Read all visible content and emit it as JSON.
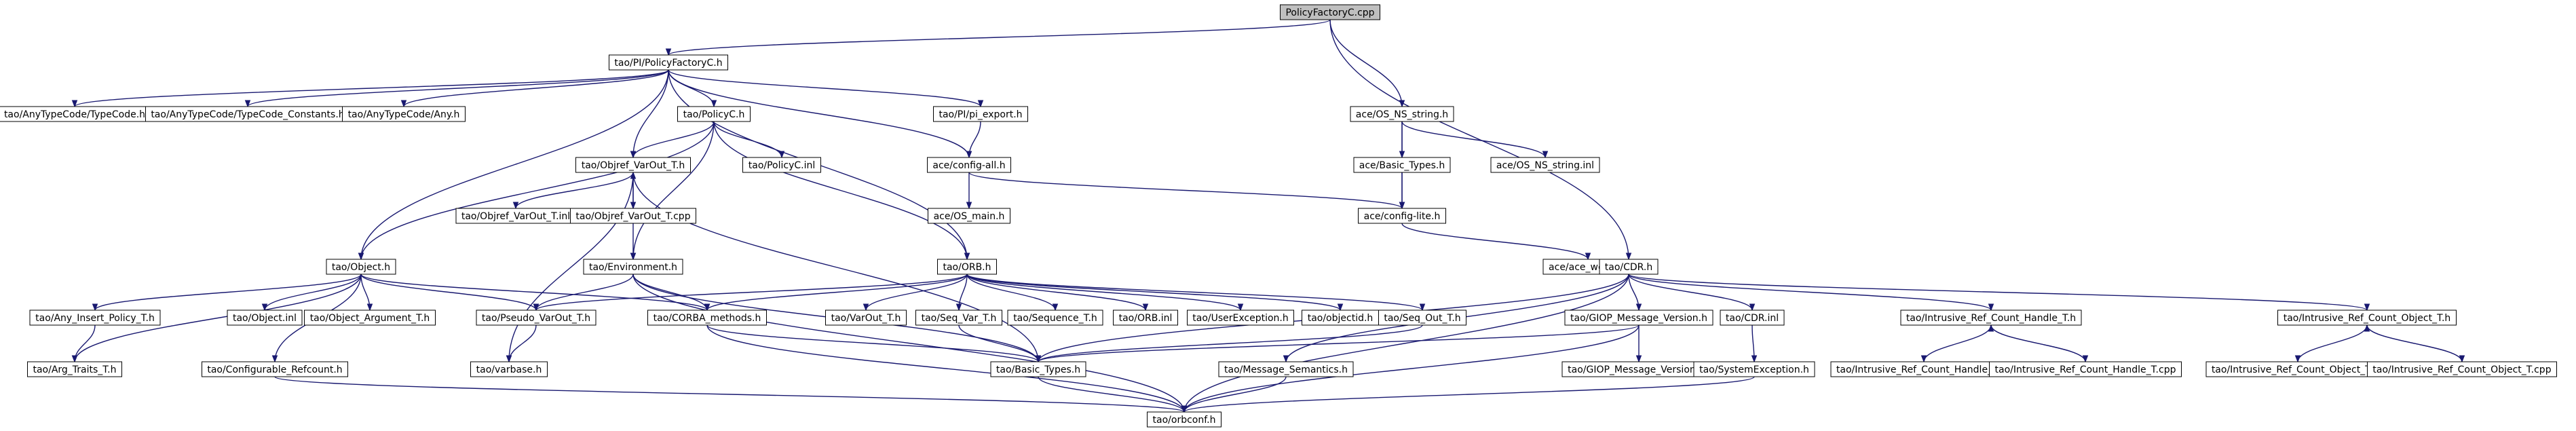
{
  "colors": {
    "edge": "#191970",
    "node_border": "#000000",
    "missing_border": "#ff0000",
    "doc_border": "#bfbfbf",
    "root_fill": "#bfbfbf",
    "node_fill": "#ffffff",
    "text": "#000000"
  },
  "nodes": [
    {
      "id": "policyfactoryc_cpp",
      "label": "PolicyFactoryC.cpp",
      "style": "root"
    },
    {
      "id": "pi_policyfactoryc_h",
      "label": "tao/PI/PolicyFactoryC.h",
      "style": "normal"
    },
    {
      "id": "ace_os_ns_string_h",
      "label": "ace/OS_NS_string.h",
      "style": "normal"
    },
    {
      "id": "typecode_h",
      "label": "tao/AnyTypeCode/TypeCode.h",
      "style": "doc"
    },
    {
      "id": "typecode_constants_h",
      "label": "tao/AnyTypeCode/TypeCode_Constants.h",
      "style": "doc"
    },
    {
      "id": "any_h",
      "label": "tao/AnyTypeCode/Any.h",
      "style": "doc"
    },
    {
      "id": "policyc_h",
      "label": "tao/PolicyC.h",
      "style": "normal"
    },
    {
      "id": "pi_export_h",
      "label": "tao/PI/pi_export.h",
      "style": "normal"
    },
    {
      "id": "ace_basic_types_h",
      "label": "ace/Basic_Types.h",
      "style": "missing"
    },
    {
      "id": "ace_os_ns_string_inl",
      "label": "ace/OS_NS_string.inl",
      "style": "missing"
    },
    {
      "id": "objref_varout_t_h",
      "label": "tao/Objref_VarOut_T.h",
      "style": "normal"
    },
    {
      "id": "policyc_inl",
      "label": "tao/PolicyC.inl",
      "style": "normal"
    },
    {
      "id": "ace_config_all_h",
      "label": "ace/config-all.h",
      "style": "normal"
    },
    {
      "id": "ace_config_lite_h",
      "label": "ace/config-lite.h",
      "style": "normal"
    },
    {
      "id": "objref_varout_t_inl",
      "label": "tao/Objref_VarOut_T.inl",
      "style": "normal"
    },
    {
      "id": "objref_varout_t_cpp",
      "label": "tao/Objref_VarOut_T.cpp",
      "style": "normal"
    },
    {
      "id": "ace_os_main_h",
      "label": "ace/OS_main.h",
      "style": "normal"
    },
    {
      "id": "object_h",
      "label": "tao/Object.h",
      "style": "normal"
    },
    {
      "id": "environment_h",
      "label": "tao/Environment.h",
      "style": "missing"
    },
    {
      "id": "orb_h",
      "label": "tao/ORB.h",
      "style": "normal"
    },
    {
      "id": "ace_wchar_h",
      "label": "ace/ace_wchar.h",
      "style": "missing"
    },
    {
      "id": "cdr_h",
      "label": "tao/CDR.h",
      "style": "normal"
    },
    {
      "id": "any_insert_policy_t_h",
      "label": "tao/Any_Insert_Policy_T.h",
      "style": "missing"
    },
    {
      "id": "object_inl",
      "label": "tao/Object.inl",
      "style": "normal"
    },
    {
      "id": "object_argument_t_h",
      "label": "tao/Object_Argument_T.h",
      "style": "missing"
    },
    {
      "id": "pseudo_varout_t_h",
      "label": "tao/Pseudo_VarOut_T.h",
      "style": "missing"
    },
    {
      "id": "corba_methods_h",
      "label": "tao/CORBA_methods.h",
      "style": "normal"
    },
    {
      "id": "varout_t_h",
      "label": "tao/VarOut_T.h",
      "style": "missing"
    },
    {
      "id": "seq_var_t_h",
      "label": "tao/Seq_Var_T.h",
      "style": "missing"
    },
    {
      "id": "sequence_t_h",
      "label": "tao/Sequence_T.h",
      "style": "missing"
    },
    {
      "id": "orb_inl",
      "label": "tao/ORB.inl",
      "style": "normal"
    },
    {
      "id": "userexception_h",
      "label": "tao/UserException.h",
      "style": "missing"
    },
    {
      "id": "objectid_h",
      "label": "tao/objectid.h",
      "style": "normal"
    },
    {
      "id": "seq_out_t_h",
      "label": "tao/Seq_Out_T.h",
      "style": "missing"
    },
    {
      "id": "giop_message_version_h",
      "label": "tao/GIOP_Message_Version.h",
      "style": "normal"
    },
    {
      "id": "cdr_inl",
      "label": "tao/CDR.inl",
      "style": "normal"
    },
    {
      "id": "intrusive_handle_t_h",
      "label": "tao/Intrusive_Ref_Count_Handle_T.h",
      "style": "normal"
    },
    {
      "id": "intrusive_object_t_h",
      "label": "tao/Intrusive_Ref_Count_Object_T.h",
      "style": "normal"
    },
    {
      "id": "arg_traits_t_h",
      "label": "tao/Arg_Traits_T.h",
      "style": "normal"
    },
    {
      "id": "configurable_refcount_h",
      "label": "tao/Configurable_Refcount.h",
      "style": "missing"
    },
    {
      "id": "varbase_h",
      "label": "tao/varbase.h",
      "style": "normal"
    },
    {
      "id": "tao_basic_types_h",
      "label": "tao/Basic_Types.h",
      "style": "normal"
    },
    {
      "id": "message_semantics_h",
      "label": "tao/Message_Semantics.h",
      "style": "normal"
    },
    {
      "id": "giop_message_version_inl",
      "label": "tao/GIOP_Message_Version.inl",
      "style": "normal"
    },
    {
      "id": "systemexception_h",
      "label": "tao/SystemException.h",
      "style": "missing"
    },
    {
      "id": "intrusive_handle_t_inl",
      "label": "tao/Intrusive_Ref_Count_Handle_T.inl",
      "style": "normal"
    },
    {
      "id": "intrusive_handle_t_cpp",
      "label": "tao/Intrusive_Ref_Count_Handle_T.cpp",
      "style": "normal"
    },
    {
      "id": "intrusive_object_t_inl",
      "label": "tao/Intrusive_Ref_Count_Object_T.inl",
      "style": "normal"
    },
    {
      "id": "intrusive_object_t_cpp",
      "label": "tao/Intrusive_Ref_Count_Object_T.cpp",
      "style": "normal"
    },
    {
      "id": "orbconf_h",
      "label": "tao/orbconf.h",
      "style": "normal"
    }
  ],
  "edges": [
    [
      "policyfactoryc_cpp",
      "pi_policyfactoryc_h"
    ],
    [
      "policyfactoryc_cpp",
      "ace_os_ns_string_h"
    ],
    [
      "policyfactoryc_cpp",
      "cdr_h"
    ],
    [
      "pi_policyfactoryc_h",
      "typecode_h"
    ],
    [
      "pi_policyfactoryc_h",
      "typecode_constants_h"
    ],
    [
      "pi_policyfactoryc_h",
      "any_h"
    ],
    [
      "pi_policyfactoryc_h",
      "policyc_h"
    ],
    [
      "pi_policyfactoryc_h",
      "pi_export_h"
    ],
    [
      "pi_policyfactoryc_h",
      "objref_varout_t_h"
    ],
    [
      "pi_policyfactoryc_h",
      "ace_config_all_h"
    ],
    [
      "pi_policyfactoryc_h",
      "object_h"
    ],
    [
      "pi_policyfactoryc_h",
      "orb_h"
    ],
    [
      "ace_os_ns_string_h",
      "ace_basic_types_h"
    ],
    [
      "ace_os_ns_string_h",
      "ace_os_ns_string_inl"
    ],
    [
      "ace_os_ns_string_h",
      "ace_config_lite_h"
    ],
    [
      "ace_basic_types_h",
      "ace_config_lite_h"
    ],
    [
      "policyc_h",
      "objref_varout_t_h"
    ],
    [
      "policyc_h",
      "policyc_inl"
    ],
    [
      "policyc_h",
      "object_h"
    ],
    [
      "policyc_h",
      "environment_h"
    ],
    [
      "policyc_h",
      "orb_h"
    ],
    [
      "pi_export_h",
      "ace_config_all_h"
    ],
    [
      "ace_config_all_h",
      "ace_config_lite_h"
    ],
    [
      "ace_config_all_h",
      "ace_os_main_h"
    ],
    [
      "ace_config_lite_h",
      "ace_wchar_h"
    ],
    [
      "objref_varout_t_h",
      "objref_varout_t_inl"
    ],
    [
      "objref_varout_t_h",
      "objref_varout_t_cpp"
    ],
    [
      "objref_varout_t_h",
      "varbase_h"
    ],
    [
      "objref_varout_t_h",
      "tao_basic_types_h"
    ],
    [
      "objref_varout_t_cpp",
      "objref_varout_t_h"
    ],
    [
      "objref_varout_t_cpp",
      "environment_h"
    ],
    [
      "object_h",
      "any_insert_policy_t_h"
    ],
    [
      "object_h",
      "object_inl"
    ],
    [
      "object_h",
      "object_argument_t_h"
    ],
    [
      "object_h",
      "pseudo_varout_t_h"
    ],
    [
      "object_h",
      "corba_methods_h"
    ],
    [
      "object_h",
      "arg_traits_t_h"
    ],
    [
      "object_h",
      "configurable_refcount_h"
    ],
    [
      "any_insert_policy_t_h",
      "arg_traits_t_h"
    ],
    [
      "environment_h",
      "pseudo_varout_t_h"
    ],
    [
      "environment_h",
      "corba_methods_h"
    ],
    [
      "environment_h",
      "tao_basic_types_h"
    ],
    [
      "environment_h",
      "orbconf_h"
    ],
    [
      "pseudo_varout_t_h",
      "varbase_h"
    ],
    [
      "corba_methods_h",
      "tao_basic_types_h"
    ],
    [
      "corba_methods_h",
      "orbconf_h"
    ],
    [
      "orb_h",
      "pseudo_varout_t_h"
    ],
    [
      "orb_h",
      "corba_methods_h"
    ],
    [
      "orb_h",
      "varout_t_h"
    ],
    [
      "orb_h",
      "seq_var_t_h"
    ],
    [
      "orb_h",
      "sequence_t_h"
    ],
    [
      "orb_h",
      "orb_inl"
    ],
    [
      "orb_h",
      "userexception_h"
    ],
    [
      "orb_h",
      "objectid_h"
    ],
    [
      "orb_h",
      "seq_out_t_h"
    ],
    [
      "seq_var_t_h",
      "tao_basic_types_h"
    ],
    [
      "seq_out_t_h",
      "tao_basic_types_h"
    ],
    [
      "cdr_h",
      "giop_message_version_h"
    ],
    [
      "cdr_h",
      "cdr_inl"
    ],
    [
      "cdr_h",
      "intrusive_handle_t_h"
    ],
    [
      "cdr_h",
      "intrusive_object_t_h"
    ],
    [
      "cdr_h",
      "message_semantics_h"
    ],
    [
      "cdr_h",
      "tao_basic_types_h"
    ],
    [
      "cdr_h",
      "orbconf_h"
    ],
    [
      "giop_message_version_h",
      "tao_basic_types_h"
    ],
    [
      "giop_message_version_h",
      "giop_message_version_inl"
    ],
    [
      "giop_message_version_h",
      "orbconf_h"
    ],
    [
      "cdr_inl",
      "systemexception_h"
    ],
    [
      "systemexception_h",
      "orbconf_h"
    ],
    [
      "intrusive_handle_t_h",
      "intrusive_handle_t_inl"
    ],
    [
      "intrusive_handle_t_h",
      "intrusive_handle_t_cpp"
    ],
    [
      "intrusive_handle_t_cpp",
      "intrusive_handle_t_h"
    ],
    [
      "intrusive_object_t_h",
      "intrusive_object_t_inl"
    ],
    [
      "intrusive_object_t_h",
      "intrusive_object_t_cpp"
    ],
    [
      "intrusive_object_t_cpp",
      "intrusive_object_t_h"
    ],
    [
      "tao_basic_types_h",
      "orbconf_h"
    ],
    [
      "message_semantics_h",
      "orbconf_h"
    ],
    [
      "configurable_refcount_h",
      "orbconf_h"
    ]
  ]
}
